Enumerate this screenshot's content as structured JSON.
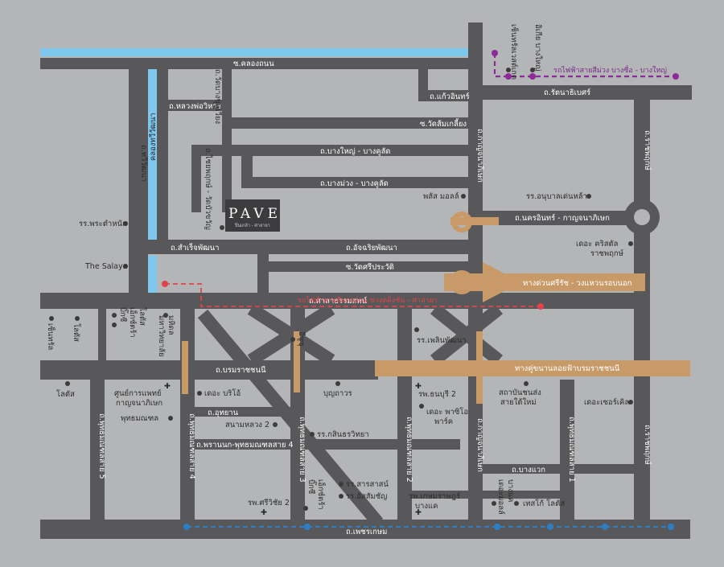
{
  "colors": {
    "background": "#b4b5b7",
    "road": "#58585a",
    "canal": "#7ec8ee",
    "expressway": "#c79a68",
    "purple_line": "#8b2a98",
    "red_line": "#e0444a",
    "blue_line": "#2c7fc4",
    "marker": "#3b3b3b"
  },
  "logo": {
    "title": "PAVE",
    "subtitle": "ปิ่นเกล้า - ศาลายา"
  },
  "roads": {
    "khlong_thanon": "ซ.คลองถนน",
    "luang_pho_wihan": "ถ.หลวงพ่อวิหาร",
    "kaew_in": "ถ.แก้วอินทร์",
    "wat_som_kliang": "ซ.วัดส้มเกลี้ยง",
    "rattanathibet": "ถ.รัตนาธิเบศร์",
    "bang_yai_bang_khu_wat": "ถ.บางใหญ่ - บางคูลัด",
    "bang_muang_bang_khu_wat": "ถ.บางม่วง - บางคูลัด",
    "nakhon_in": "ถ.นครอินทร์ - กาญจนาภิเษก",
    "samrej": "ถ.สำเร็จพัฒนา",
    "atchariya": "ถ.อัจฉริยพัฒนา",
    "wat_si_prawat": "ซ.วัดศรีประวัติ",
    "sala_thammasop": "ถ.ศาลาธรรมสพน์",
    "borommaratchachonnani": "ถ.บรมราชชนนี",
    "uthayan": "ถ.อุทยาน",
    "phran_nok": "ถ.พรานนก-พุทธมณฑลสาย 4",
    "bang_waek": "ถ.บางแวก",
    "phetkasem": "ถ.เพชรเกษม",
    "ratchaphruek_top": "ถ.ราชพฤกษ์",
    "ratchaphruek_bottom": "ถ.ราชพฤกษ์",
    "kanchanaphisek_top": "ถ.กาญจนาภิเษก",
    "kanchanaphisek_bottom": "ถ.กาญจนาภิเษก",
    "chaiyaphruek": "ถ.ไชยพฤกษ์ - วัดบัวขวัญ",
    "kanchanaphisek_canal": "ถ.กาญจนาภิเษก",
    "phutthamonthon_sai_2": "ถ.พุทธมณฑลสาย 2",
    "phutthamonthon_sai_3": "ถ.พุทธมณฑลสาย 3",
    "phutthamonthon_sai_4": "ถ.พุทธมณฑลสาย 4",
    "phutthamonthon_sai_5": "ถ.พุทธมณฑลสาย 5",
    "phutthamonthon_sai_1": "ถ.พุทธมณฑลสาย 1",
    "khlong_thawi_watthana": "คลองทวีวัฒนา",
    "thawi_watthana_road": "ถ.ทวีวัฒนา",
    "wat_bang_khu_wiang": "ถ.วัดบางขุนเวียง"
  },
  "expressways": {
    "si_rat": "ทางด่วนศรีรัช - วงแหวนรอบนอก",
    "borommaratchachonnani_elevated": "ทางคู่ขนานลอยฟ้าบรมราชชนนี"
  },
  "transit": {
    "purple": "รถไฟฟ้าสายสีม่วง บางซื่อ - บางใหญ่",
    "red": "รถไฟฟ้าสายสีแดงอ่อน ช่วงตลิ่งชัน - ศาลายา"
  },
  "places": {
    "central_westville": "เซ็นทรัลเวสต์เกต",
    "ikea": "อิเกีย บางใหญ่",
    "plus_mall": "พลัส มอลล์",
    "ror_ror_anuban": "รร.อนุบาลเด่นหล้า",
    "the_crystal_1": "เดอะ คริสตัล",
    "the_crystal_2": "ราชพฤกษ์",
    "ror_ror_pra_tam_nak": "รร.พระตำหนัก",
    "the_salaya": "The Salaya",
    "big_c": "เซ็นทรัล",
    "lotus": "โลตัส",
    "big_c_2": "บิ๊กซี",
    "yamaha": "มหาวิทยาลัย",
    "mahidol": "มหิดล",
    "big_c_3": "เอ็กซ์ตร้า",
    "lotus_2": "โลตัส",
    "medical_center": "ศูนย์การแพทย์",
    "kanchanaphisek_medical": "กาญจนาภิเษก",
    "phutthamonthon": "พุทธมณฑล",
    "the_bright": "เดอะ บริโอ้",
    "big_c_4": "บุญถาวร",
    "sanam_luang_2": "สนามหลวง 2",
    "thai_dn_tranchinee": "รร.กสินธรวิทยา",
    "ror_ror_pho_ploi": "รร.เพลินพัฒนา",
    "tesco": "อีซูซุ",
    "sutthisan": "รพ.ธนบุรี 2",
    "the_park_1": "เดอะ พาซิโอ",
    "the_park_2": "พาร์ค",
    "sathaban": "สถาบันชนส่ง",
    "sathaban_2": "สายใต้ใหม่",
    "the_circle": "เดอะเซอร์เคิล",
    "sriwichai": "รพ.ศรีวิชัย 2",
    "big_c_extra_1": "บิ๊กซี",
    "big_c_extra_2": "เอ็กซ์ตร้า",
    "sarasas": "รร.สารสาสน์",
    "assumption": "รร.อัสสัมชัญ",
    "kasem_rad_1": "รพ.เกษมราษฎร์",
    "kasem_rad_2": "บางแค",
    "the_mall_1": "เดอะมอลล์",
    "the_mall_2": "บางแค",
    "lotus_bk": "เทสโก้ โลตัส"
  }
}
